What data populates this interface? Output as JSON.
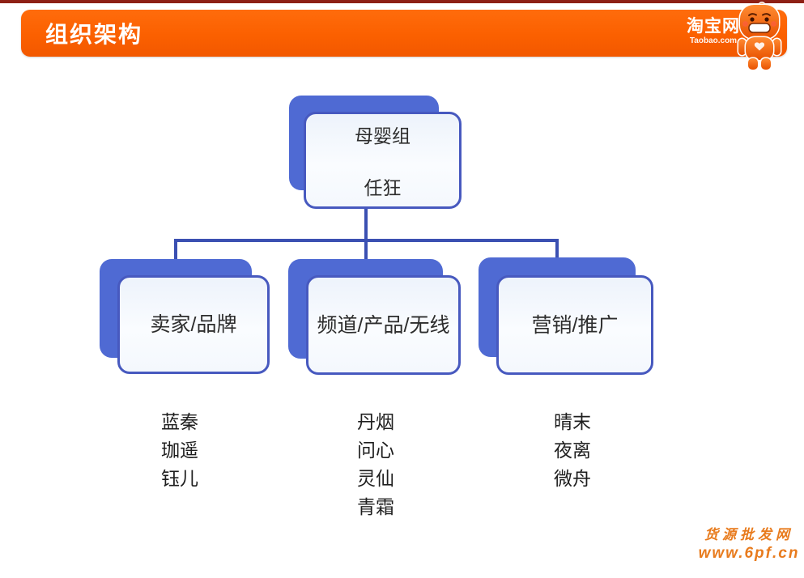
{
  "header": {
    "title": "组织架构",
    "bar_color": "#fb6000",
    "top_strip_color": "#8e2015",
    "logo": {
      "name": "淘宝网",
      "domain": "Taobao.com",
      "mascot_icon": "taobao-mascot"
    }
  },
  "org_chart": {
    "root": {
      "group": "母婴组",
      "leader": "任狂"
    },
    "children": [
      {
        "title": "卖家/品牌",
        "members": [
          "蓝秦",
          "珈遥",
          "钰儿"
        ]
      },
      {
        "title": "频道/产品/无线",
        "members": [
          "丹烟",
          "问心",
          "灵仙",
          "青霜"
        ]
      },
      {
        "title": "营销/推广",
        "members": [
          "晴末",
          "夜离",
          "微舟"
        ]
      }
    ],
    "colors": {
      "card_back": "#4f6ad3",
      "card_border": "#4759bf",
      "connector": "#3b50b2",
      "text": "#2d2d2d"
    }
  },
  "watermark": {
    "line1": "货源批发网",
    "line2": "www.6pf.cn",
    "color": "#e87b1d"
  }
}
